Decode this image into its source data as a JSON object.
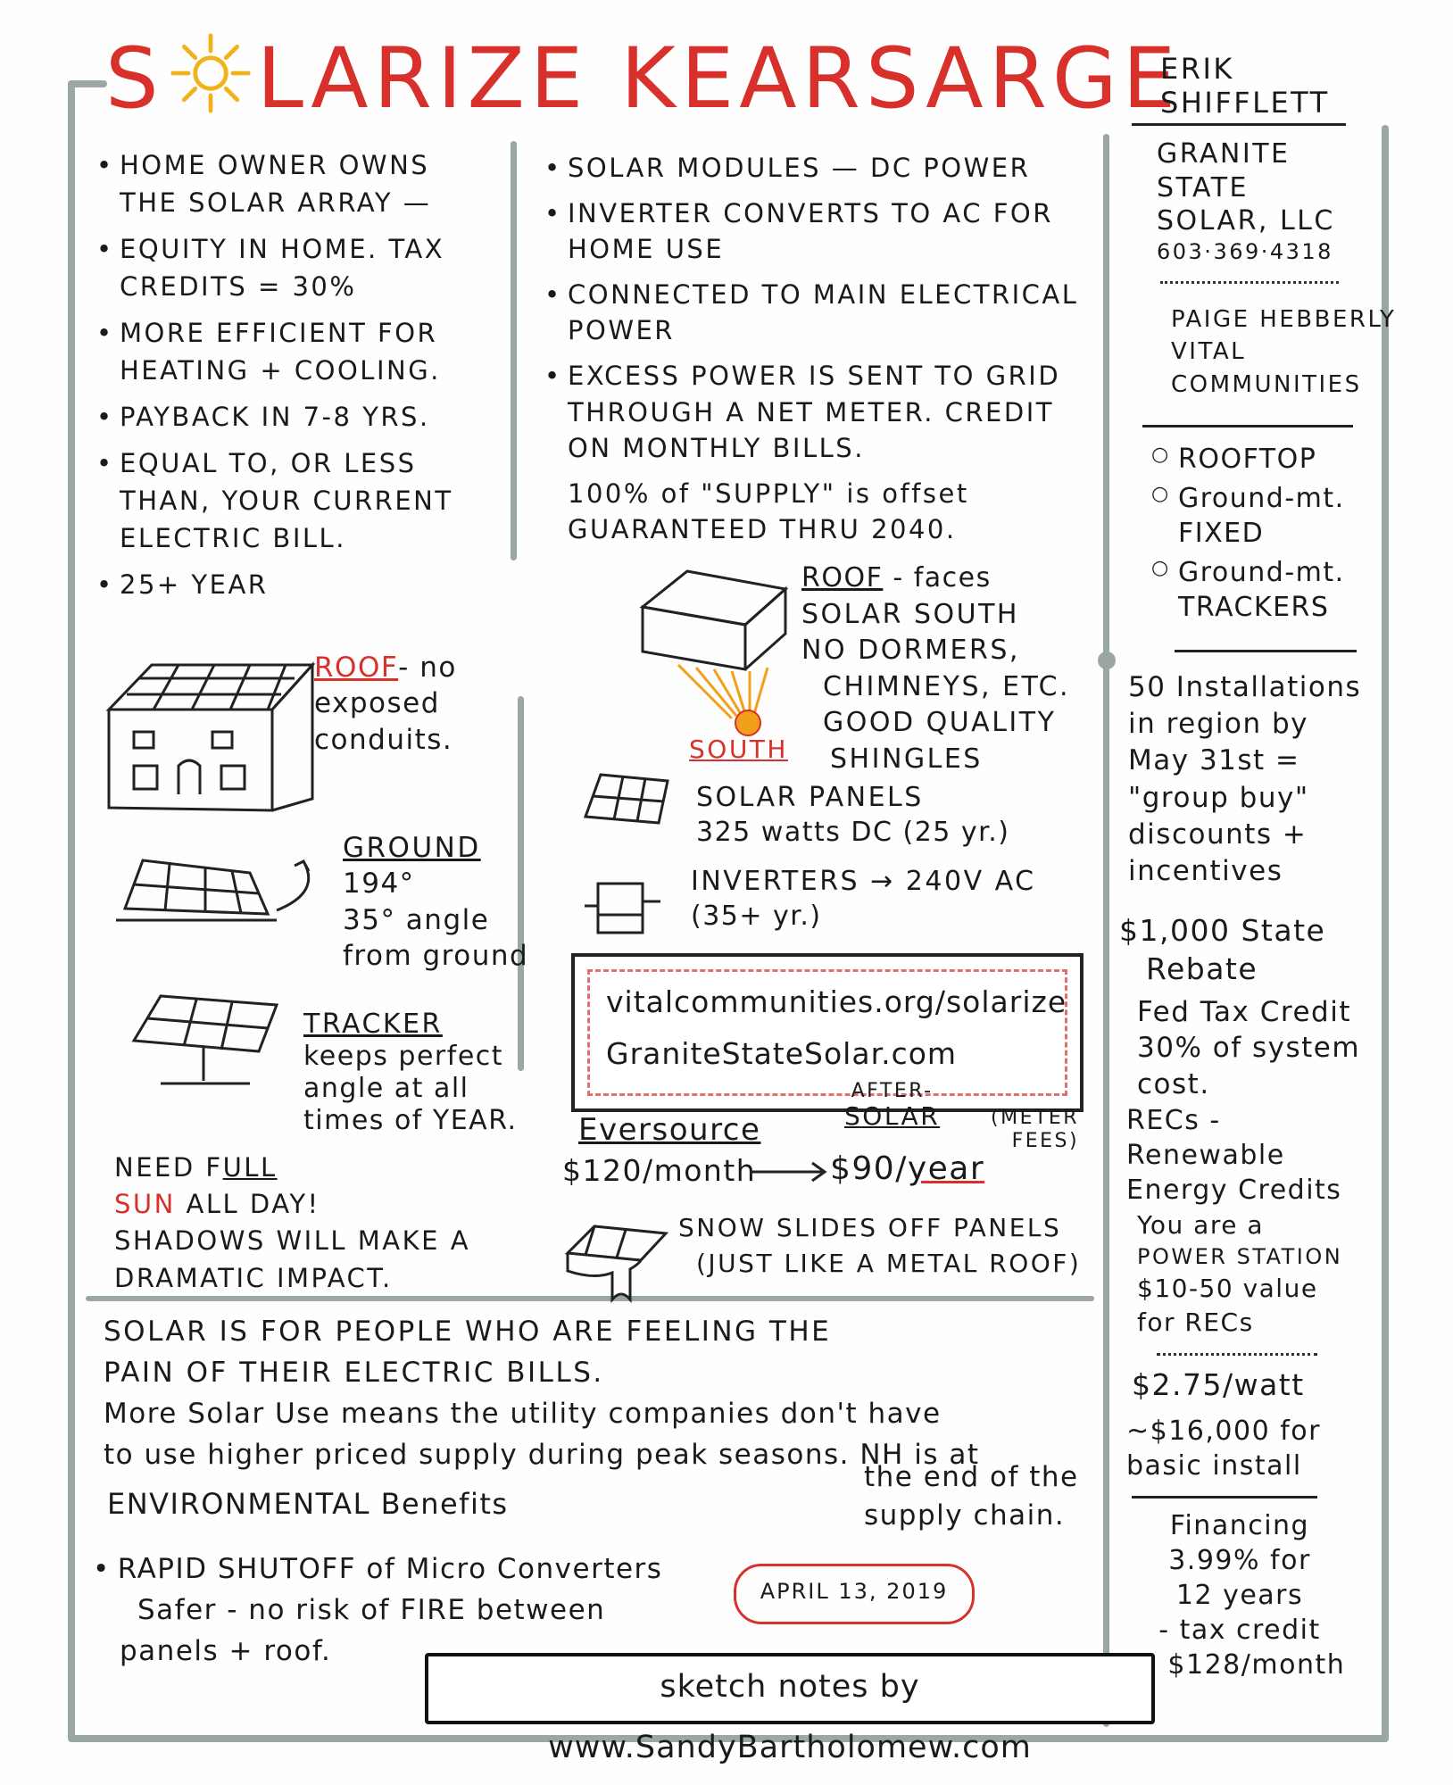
{
  "header": {
    "title_before": "S",
    "title_after": "LARIZE KEARSARGE",
    "sun_color": "#f2b21b",
    "title_color": "#d8302a"
  },
  "speakers": {
    "erik": [
      "ERIK",
      "SHIFFLETT"
    ],
    "granite": [
      "GRANITE",
      "STATE",
      "SOLAR, LLC",
      "603·369·4318"
    ],
    "paige": [
      "PAIGE HEBBERLY",
      "VITAL",
      "COMMUNITIES"
    ]
  },
  "mount_types": [
    "ROOFTOP",
    "Ground-mt. FIXED",
    "Ground-mt. TRACKERS"
  ],
  "left_column": {
    "bullets": [
      "HOME OWNER OWNS THE SOLAR ARRAY —",
      "EQUITY IN HOME. TAX CREDITS = 30%",
      "MORE EFFICIENT FOR HEATING + COOLING.",
      "PAYBACK IN 7-8 YRS.",
      "EQUAL TO, OR LESS THAN, YOUR CURRENT ELECTRIC BILL.",
      "25+ YEAR"
    ],
    "roof_note_1": "ROOF",
    "roof_note_2": "- no exposed conduits.",
    "ground_title": "GROUND",
    "ground_lines": [
      "194°",
      "35° angle",
      "from ground"
    ],
    "tracker_title": "TRACKER",
    "tracker_lines": [
      "keeps perfect",
      "angle at all",
      "times of YEAR."
    ],
    "sun_need_a": "NEED F",
    "sun_need_b": "ULL",
    "sun_need_c": "SUN",
    "sun_need_d": " ALL DAY!",
    "shadows": "SHADOWS WILL MAKE A DRAMATIC IMPACT."
  },
  "middle_column": {
    "bullets": [
      "SOLAR MODULES — DC POWER",
      "INVERTER CONVERTS TO AC FOR HOME USE",
      "CONNECTED TO MAIN ELECTRICAL POWER",
      "EXCESS POWER IS SENT TO GRID Through a NET METER. CREDIT ON MONTHLY BILLS."
    ],
    "offset_1": "100% of \"SUPPLY\" is offset",
    "offset_2": "GUARANTEED thru 2040.",
    "roof_title": "ROOF",
    "roof_lines": [
      "- faces",
      "SOLAR SOUTH",
      "NO DORMERS,",
      "CHIMNEYS, ETC.",
      "GOOD QUALITY",
      "SHINGLES"
    ],
    "south_label": "SOUTH",
    "panels_1": "SOLAR PANELS",
    "panels_2": "325 watts DC (25 yr.)",
    "inverters_1": "INVERTERS → 240V AC",
    "inverters_2": "(35+ yr.)",
    "url_1": "vitalcommunities.org/solarize",
    "url_2": "GraniteStateSolar.com",
    "eversource": "Eversource",
    "after_solar_1": "AFTER-",
    "after_solar_2": "SOLAR",
    "meter_fees_1": "(METER",
    "meter_fees_2": "FEES)",
    "cost_before": "$120/month",
    "cost_after_a": "$90/",
    "cost_after_b": "year",
    "snow_1": "SNOW SLIDES OFF PANELS",
    "snow_2": "(JUST LIKE A METAL ROOF)"
  },
  "right_column": {
    "installs": [
      "50 Installations",
      "in region by",
      "May 31st =",
      "\"group buy\"",
      "discounts +",
      "incentives"
    ],
    "rebate": [
      "$1,000 State",
      "Rebate"
    ],
    "fed_credit": [
      "Fed Tax Credit",
      "30% of system",
      "cost."
    ],
    "recs": [
      "RECs -",
      "Renewable",
      "Energy Credits"
    ],
    "power_station": [
      "You are a",
      "POWER STATION",
      "$10-50 value",
      "for RECs"
    ],
    "per_watt": "$2.75/watt",
    "install_cost": [
      "~$16,000 for",
      "basic install"
    ],
    "financing": [
      "Financing",
      "3.99% for",
      "12 years",
      "- tax credit",
      "~ $128/month"
    ]
  },
  "bottom": {
    "line_1": "SOLAR IS FOR PEOPLE WHO ARE FEELING THE",
    "line_2": "PAIN OF THEIR ELECTRIC BILLS.",
    "line_3": "More Solar Use means the utility companies don't have",
    "line_4": "to use higher priced supply during peak seasons. NH is at",
    "line_5": "the end of the",
    "line_6": "supply chain.",
    "env": "ENVIRONMENTAL Benefits",
    "shutoff_1": "RAPID SHUTOFF of Micro Converters",
    "shutoff_2": "Safer - no risk of FIRE between",
    "shutoff_3": "panels + roof.",
    "date": "APRIL 13, 2019",
    "credit": "sketch notes by www.SandyBartholomew.com"
  }
}
